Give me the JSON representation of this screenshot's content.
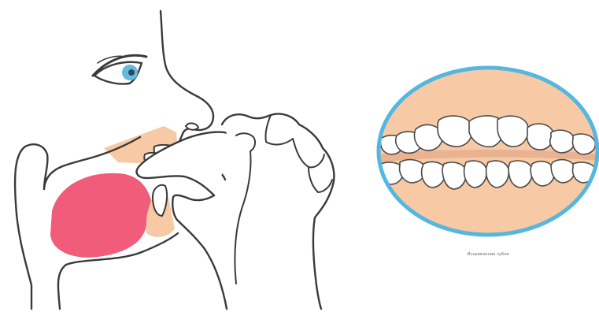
{
  "figure": {
    "caption": "Искривление зубов"
  },
  "colors": {
    "outline": "#3a3a3a",
    "tongue": "#f05c79",
    "palate_and_gum": "#f7c9a4",
    "tooth_fill": "#ffffff",
    "iris": "#66b9df",
    "ring": "#55b7e0",
    "background": "#ffffff"
  },
  "icons": {
    "left_panel": "thumb-sucking-profile-illustration",
    "right_panel": "crooked-teeth-oval-illustration"
  }
}
